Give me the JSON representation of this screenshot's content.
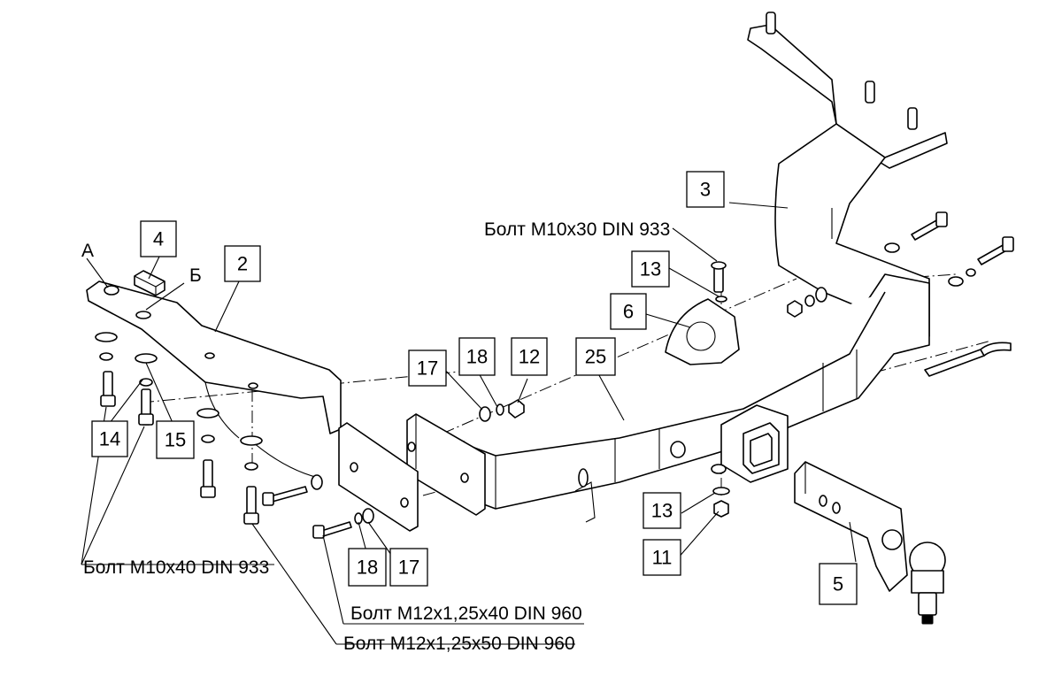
{
  "callouts": {
    "c2": "2",
    "c3": "3",
    "c4": "4",
    "c5": "5",
    "c6": "6",
    "c11": "11",
    "c12": "12",
    "c13a": "13",
    "c13b": "13",
    "c14": "14",
    "c15": "15",
    "c17a": "17",
    "c17b": "17",
    "c18a": "18",
    "c18b": "18",
    "c25": "25"
  },
  "letters": {
    "a": "А",
    "b": "Б"
  },
  "labels": {
    "bolt_m10x30": "Болт М10х30 DIN 933",
    "bolt_m10x40": "Болт М10х40 DIN 933",
    "bolt_m12x40": "Болт М12х1,25х40 DIN 960",
    "bolt_m12x50": "Болт М12х1,25х50 DIN 960"
  }
}
